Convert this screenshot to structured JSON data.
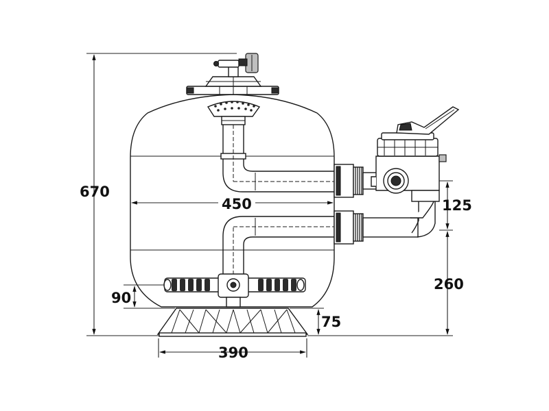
{
  "dimensions": {
    "total_height": "670",
    "tank_width": "450",
    "port_spacing": "125",
    "lower_port_height": "260",
    "lateral_height": "90",
    "base_height": "75",
    "base_width": "390"
  }
}
